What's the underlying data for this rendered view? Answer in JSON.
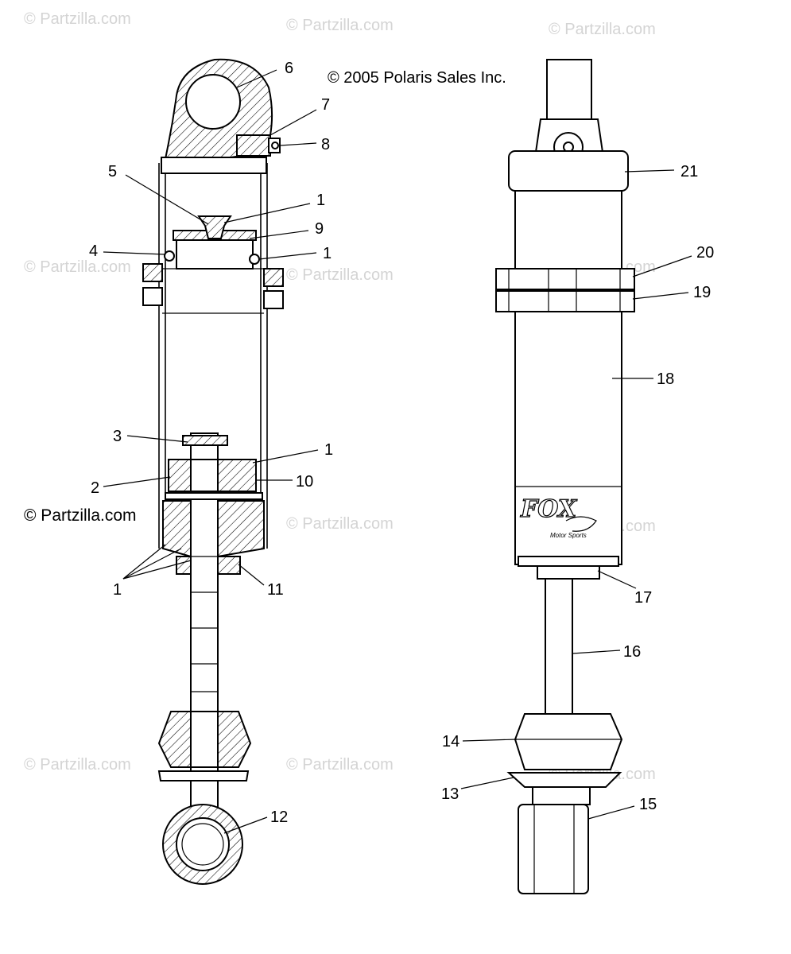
{
  "copyright": "© 2005 Polaris Sales Inc.",
  "watermark": "© Partzilla.com",
  "partzilla_label": "© Partzilla.com",
  "logo": {
    "text": "FOX",
    "subtext": "Motor Sports"
  },
  "callouts": {
    "c1a": "1",
    "c1b": "1",
    "c1c": "1",
    "c1d": "1",
    "c2": "2",
    "c3": "3",
    "c4": "4",
    "c5": "5",
    "c6": "6",
    "c7": "7",
    "c8": "8",
    "c9": "9",
    "c10": "10",
    "c11": "11",
    "c12": "12",
    "c13": "13",
    "c14": "14",
    "c15": "15",
    "c16": "16",
    "c17": "17",
    "c18": "18",
    "c19": "19",
    "c20": "20",
    "c21": "21"
  }
}
